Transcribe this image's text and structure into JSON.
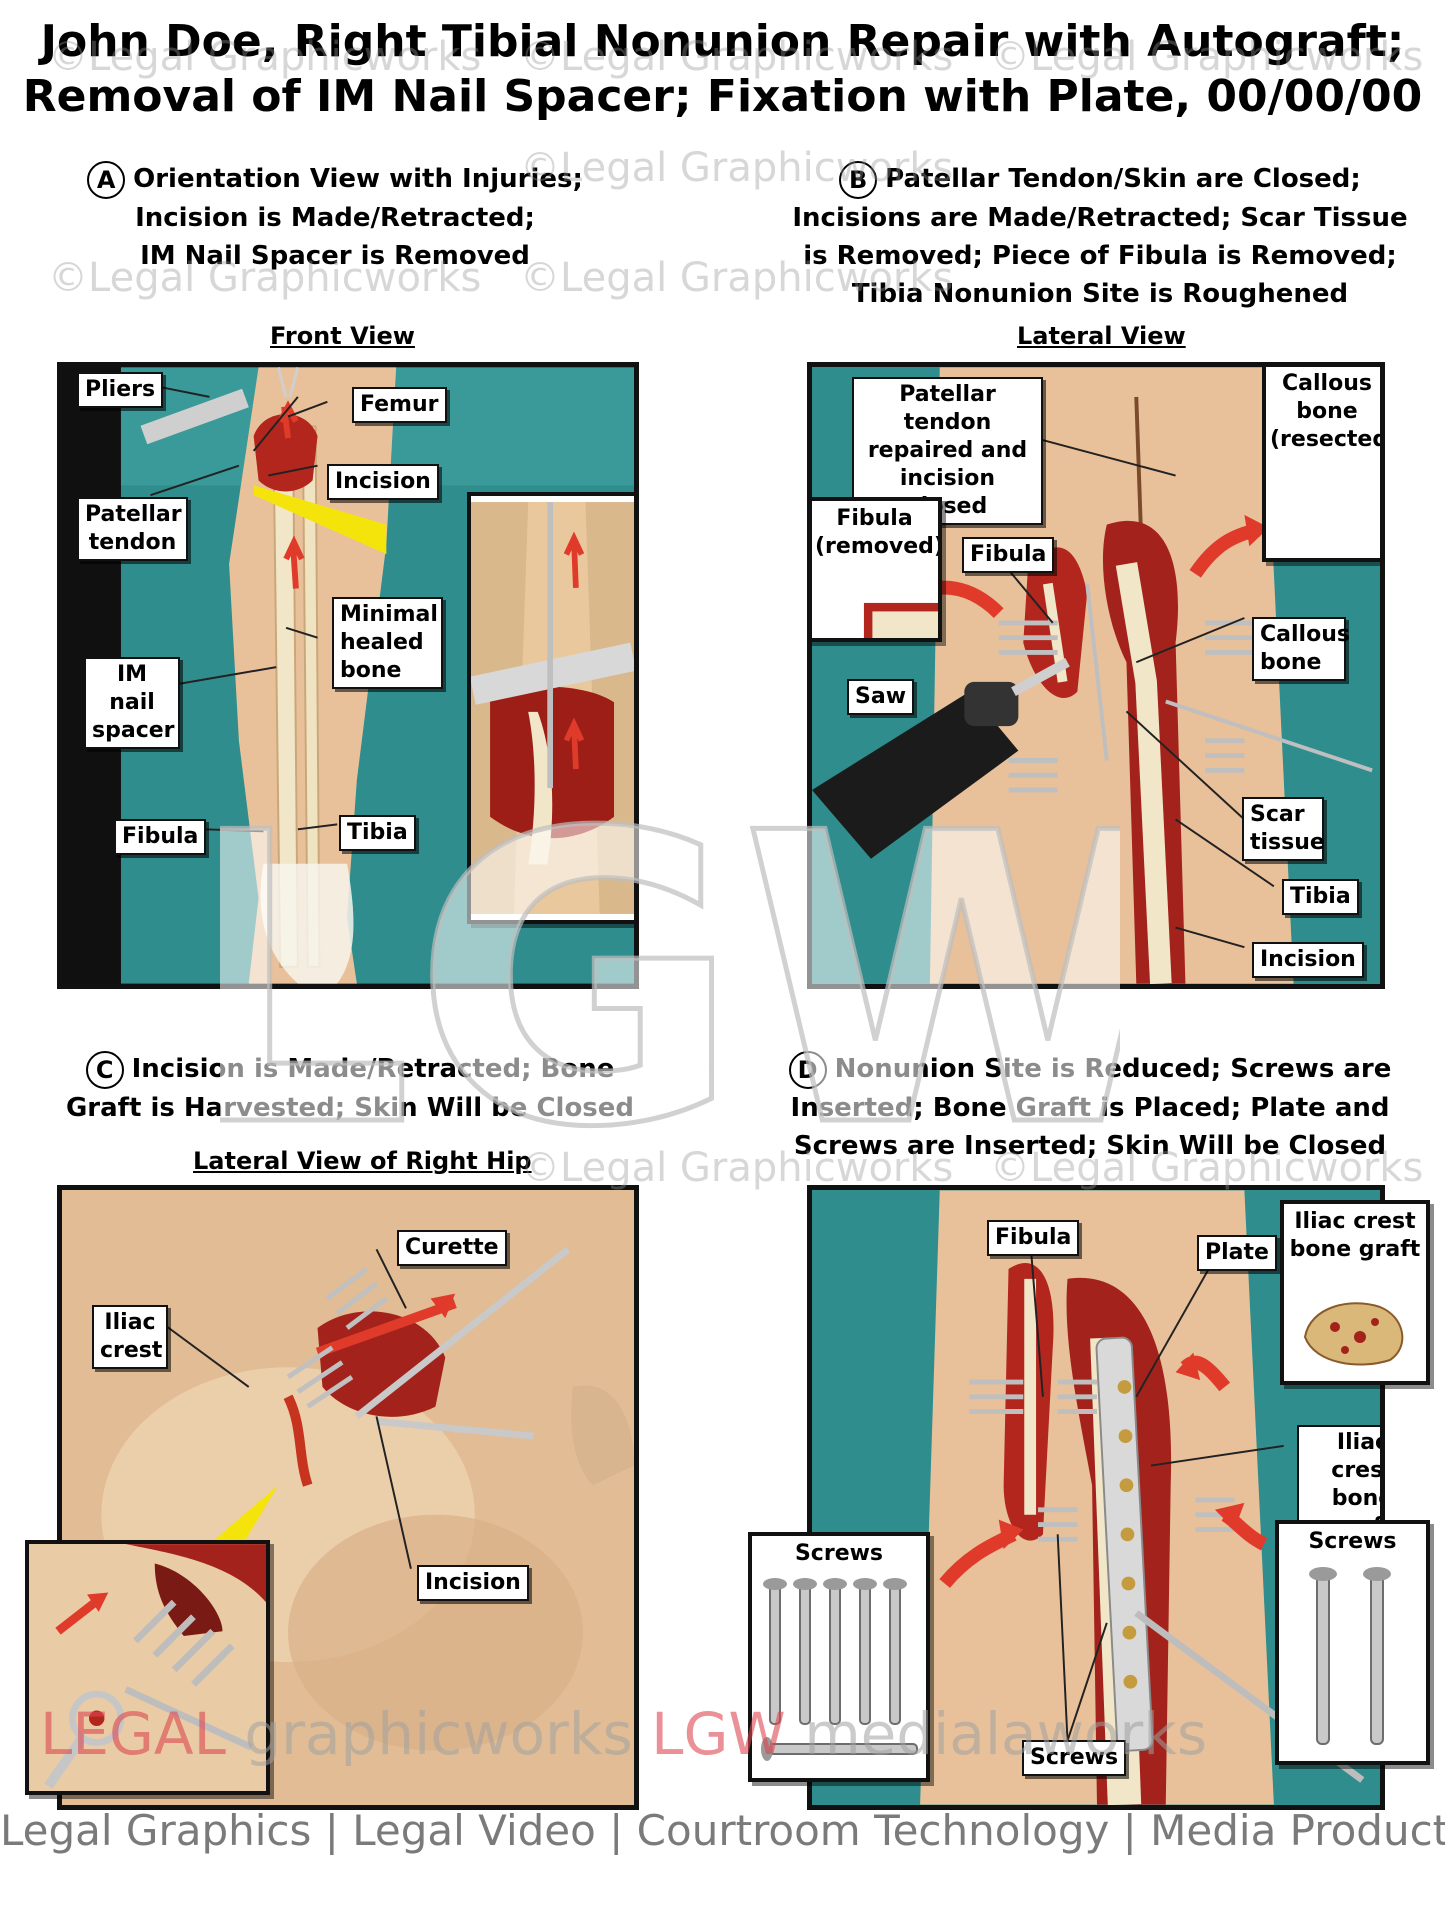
{
  "title": {
    "line1": "John Doe, Right Tibial Nonunion Repair with Autograft;",
    "line2": "Removal of IM Nail Spacer; Fixation with Plate, 00/00/00"
  },
  "sections": {
    "A": {
      "letter": "A",
      "heading_lines": [
        "Orientation View with Injuries;",
        "Incision is Made/Retracted;",
        "IM Nail Spacer is Removed"
      ],
      "view": "Front View",
      "labels": {
        "pliers": "Pliers",
        "femur": "Femur",
        "incision": "Incision",
        "patellar_tendon": "Patellar tendon",
        "minimal_healed_bone": "Minimal healed bone",
        "im_nail_spacer": "IM nail spacer",
        "fibula": "Fibula",
        "tibia": "Tibia"
      }
    },
    "B": {
      "letter": "B",
      "heading_lines": [
        "Patellar Tendon/Skin are Closed;",
        "Incisions are Made/Retracted; Scar Tissue",
        "is Removed; Piece of Fibula is Removed;",
        "Tibia Nonunion Site is Roughened"
      ],
      "view": "Lateral View",
      "labels": {
        "patellar_tendon_repaired": "Patellar tendon repaired and incision closed",
        "callous_resected": "Callous bone (resected)",
        "fibula_removed": "Fibula (removed)",
        "fibula": "Fibula",
        "callous_bone": "Callous bone",
        "saw": "Saw",
        "scar_tissue": "Scar tissue",
        "tibia": "Tibia",
        "incision": "Incision"
      }
    },
    "C": {
      "letter": "C",
      "heading_lines": [
        "Incision is Made/Retracted; Bone",
        "Graft is Harvested; Skin Will be Closed"
      ],
      "view": "Lateral View of Right Hip",
      "labels": {
        "curette": "Curette",
        "iliac_crest": "Iliac crest",
        "incision": "Incision"
      }
    },
    "D": {
      "letter": "D",
      "heading_lines": [
        "Nonunion Site is Reduced; Screws are",
        "Inserted; Bone Graft is Placed; Plate and",
        "Screws are Inserted; Skin Will be Closed"
      ],
      "labels": {
        "fibula": "Fibula",
        "plate": "Plate",
        "iliac_graft_inset": "Iliac crest bone graft",
        "iliac_graft": "Iliac crest bone graft",
        "screws_left": "Screws",
        "screws_right": "Screws",
        "screws_bottom": "Screws"
      }
    }
  },
  "watermark": {
    "text": "©Legal Graphicworks",
    "logo": "LGW",
    "wordmark_legal": "LEGAL",
    "wordmark_graphicworks": "graphicworks",
    "wordmark_lgw": "LGW",
    "wordmark_media": "medialaworks"
  },
  "footer": "Legal Graphics | Legal Video | Courtroom Technology | Media Production",
  "colors": {
    "drape": "#2f8d8d",
    "skin": "#e8c19a",
    "tissue": "#b3261e",
    "bone": "#f1e6c7",
    "arrow": "#e03a2a",
    "pointer_yellow": "#f4e40b"
  }
}
